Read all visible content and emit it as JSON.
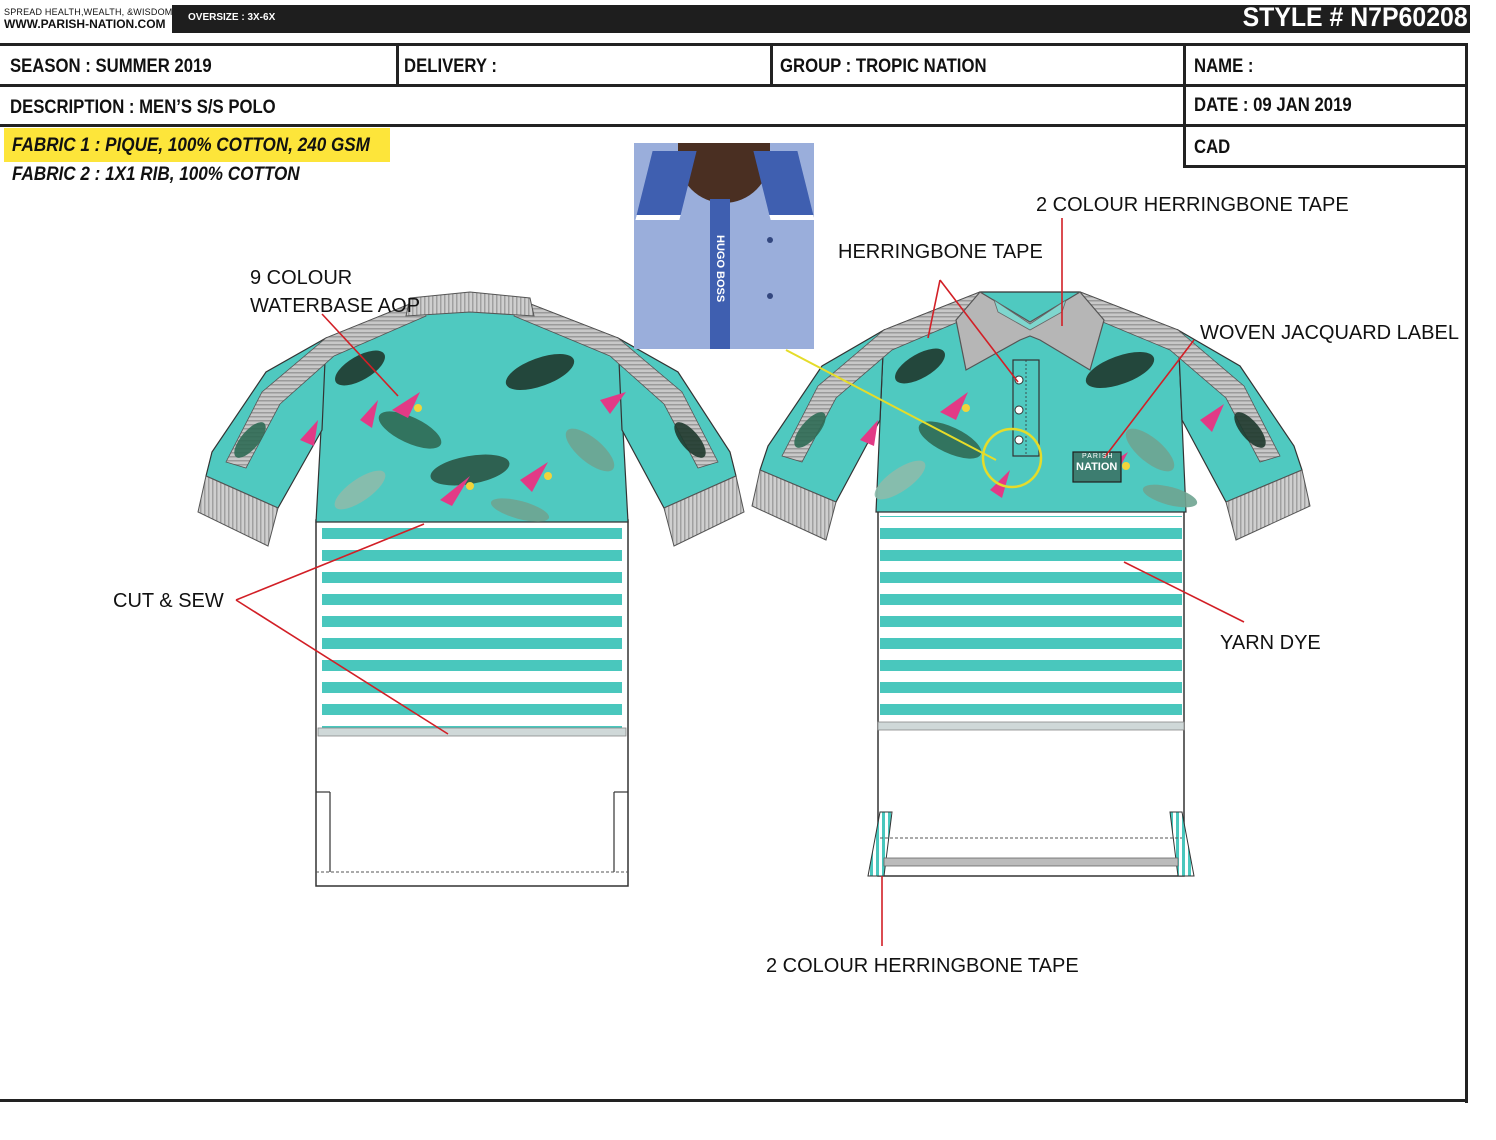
{
  "header": {
    "tagline": "SPREAD HEALTH,WEALTH, &WISDOM",
    "website": "WWW.PARISH-NATION.COM",
    "oversize": "OVERSIZE : 3X-6X",
    "style_number": "STYLE # N7P60208"
  },
  "info_table": {
    "season": "SEASON : SUMMER 2019",
    "delivery": "DELIVERY :",
    "group": "GROUP : TROPIC NATION",
    "name": "NAME :",
    "description": "DESCRIPTION : MEN’S S/S POLO",
    "date": "DATE : 09 JAN 2019",
    "cad": "CAD"
  },
  "fabrics": {
    "fabric_1": "FABRIC 1 : PIQUE, 100% COTTON, 240 GSM",
    "fabric_2": "FABRIC 2 : 1X1 RIB, 100% COTTON"
  },
  "callouts": {
    "waterbase_aop_line1": "9 COLOUR",
    "waterbase_aop_line2": "WATERBASE AOP",
    "cut_and_sew": "CUT & SEW",
    "herringbone_tape": "HERRINGBONE TAPE",
    "two_colour_tape_top": "2 COLOUR HERRINGBONE TAPE",
    "woven_label": "WOVEN JACQUARD LABEL",
    "yarn_dye": "YARN DYE",
    "two_colour_tape_bottom": "2 COLOUR HERRINGBONE TAPE"
  },
  "reference_photo": {
    "placket_text": "HUGO BOSS"
  },
  "label_artwork": {
    "line1": "PARISH",
    "line2": "NATION"
  },
  "colors": {
    "aop_teal": "#4fc9c0",
    "stripe_teal": "#49c7bd",
    "sleeve_grey": "#bdbdbd",
    "callout_line": "#d21f26",
    "highlight_yellow": "#fde53a",
    "photo_blue": "#9aaedb",
    "accent_pink": "#e23a86"
  }
}
